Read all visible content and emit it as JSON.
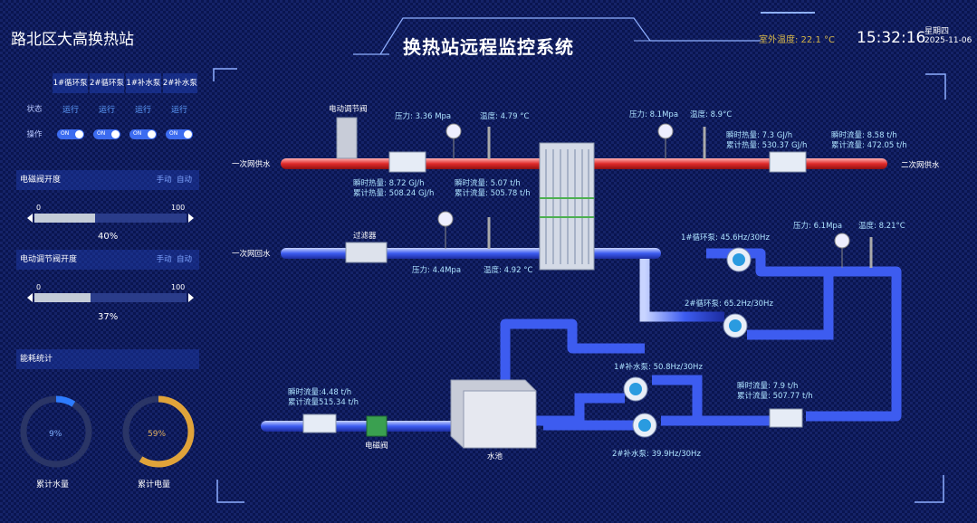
{
  "header": {
    "site_name": "路北区大高换热站",
    "title": "换热站远程监控系统",
    "outdoor_temp": "室外温度:   22.1 °C",
    "time": "15:32:16",
    "weekday": "星期四",
    "date": "2025-11-06"
  },
  "status_table": {
    "columns": [
      "",
      "1#循环泵",
      "2#循环泵",
      "1#补水泵",
      "2#补水泵"
    ],
    "rows": [
      {
        "label": "状态",
        "values": [
          "运行",
          "运行",
          "运行",
          "运行"
        ]
      },
      {
        "label": "操作",
        "values": [
          "ON",
          "ON",
          "ON",
          "ON"
        ]
      }
    ]
  },
  "solenoid_valve": {
    "title": "电磁阀开度",
    "mode_manual": "手动",
    "mode_auto": "自动",
    "min": "0",
    "max": "100",
    "value_text": "40%",
    "fraction": 0.4
  },
  "control_valve": {
    "title": "电动调节阀开度",
    "mode_manual": "手动",
    "mode_auto": "自动",
    "min": "0",
    "max": "100",
    "value_text": "37%",
    "fraction": 0.37
  },
  "energy": {
    "title": "能耗统计",
    "water": {
      "label": "累计水量",
      "value_text": "9%",
      "fraction": 0.09,
      "color": "#2d7cff"
    },
    "power": {
      "label": "累计电量",
      "value_text": "59%",
      "fraction": 0.59,
      "color": "#e0a33a"
    }
  },
  "diagram": {
    "supply_line": "一次网供水",
    "return_line": "一次网回水",
    "secondary_supply": "二次网供水",
    "control_valve_label": "电动调节阀",
    "filter_label": "过滤器",
    "solenoid_label": "电磁阀",
    "tank_label": "水池",
    "p1": {
      "pressure": "压力:   3.36  Mpa",
      "temp": "温度:      4.79     °C"
    },
    "p2": {
      "pressure": "压力:   8.1Mpa",
      "temp": "温度:   8.9°C"
    },
    "flow_supply": {
      "inst": "瞬时热量:     8.72     GJ/h",
      "total": "累计热量:   508.24  GJ/h",
      "inst2": "瞬时流量:   5.07          t/h",
      "total2": "累计流量:   505.78       t/h"
    },
    "flow_secondary": {
      "inst": "瞬时热量:     7.3     GJ/h",
      "total": "累计热量:   530.37   GJ/h",
      "inst2": "瞬时流量:     8.58           t/h",
      "total2": "累计流量:   472.05         t/h"
    },
    "return_vals": {
      "pressure": "压力:  4.4Mpa",
      "temp": "温度:       4.92  °C"
    },
    "p3": {
      "pressure": "压力:   6.1Mpa",
      "temp": "温度:     8.21°C"
    },
    "pump1": "1#循环泵:        45.6Hz/30Hz",
    "pump2": "2#循环泵:        65.2Hz/30Hz",
    "make1": "1#补水泵:        50.8Hz/30Hz",
    "make2": "2#补水泵:        39.9Hz/30Hz",
    "tank_flow": {
      "inst": "瞬时流量:4.48      t/h",
      "total": "累计流量515.34   t/h"
    },
    "return_flow": {
      "inst": "瞬时流量:       7.9          t/h",
      "total": "累计流量:      507.77      t/h"
    }
  }
}
